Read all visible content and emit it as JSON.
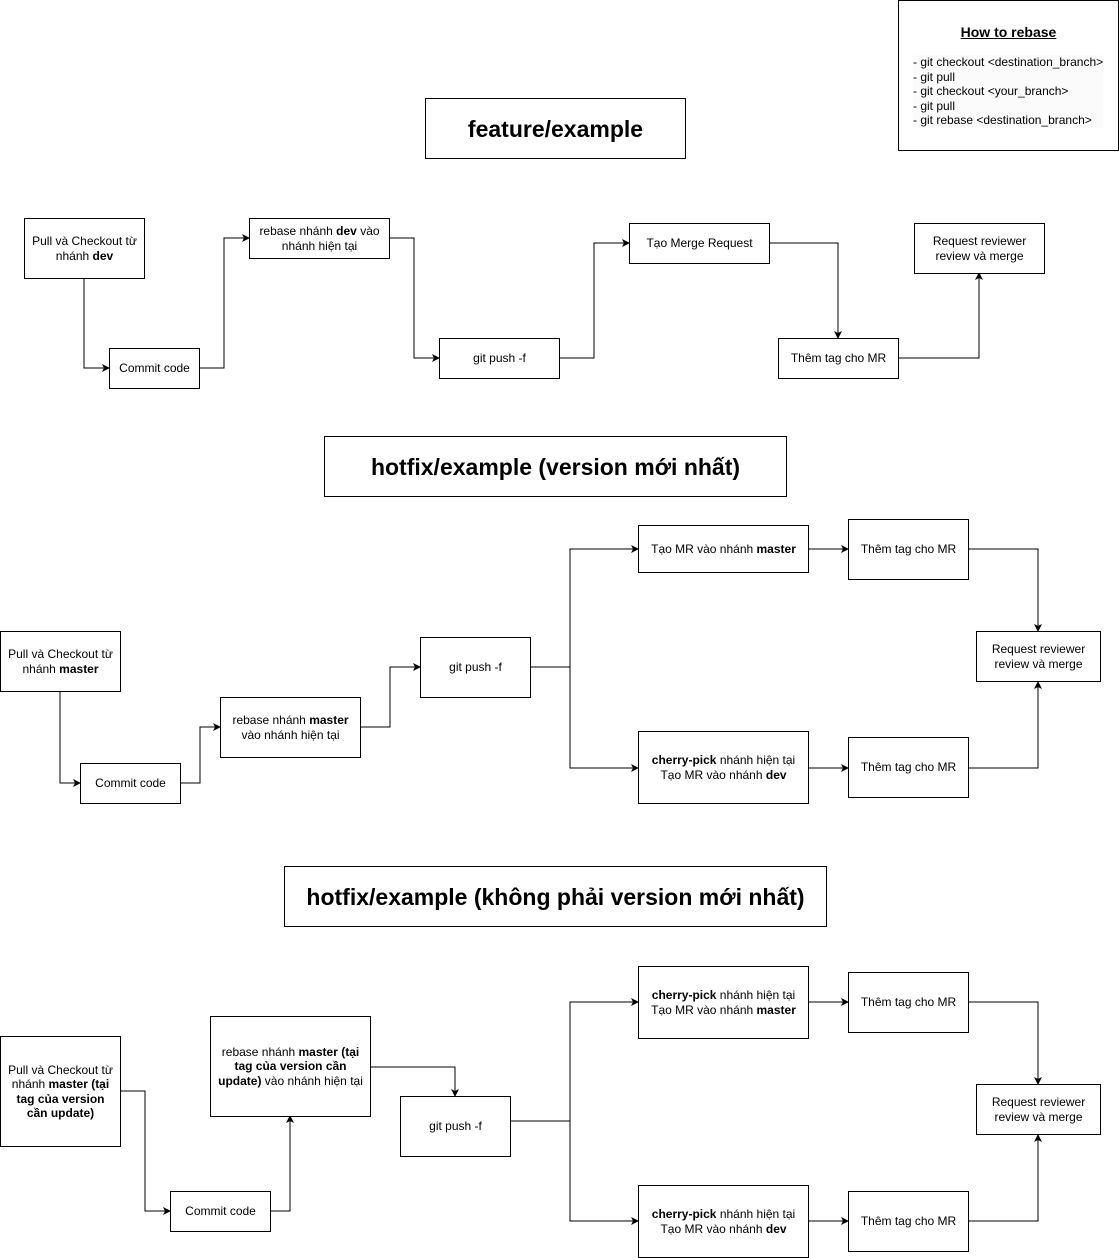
{
  "how_to_rebase": {
    "title": "How to rebase",
    "steps": [
      "- git checkout <destination_branch>",
      "- git pull",
      "- git checkout <your_branch>",
      "- git pull",
      "- git rebase <destination_branch>"
    ]
  },
  "feature": {
    "title": "feature/example",
    "pull_checkout": {
      "prefix": "Pull và Checkout từ nhánh ",
      "bold": "dev"
    },
    "commit": "Commit code",
    "rebase": {
      "prefix": "rebase nhánh ",
      "bold": "dev",
      "suffix": " vào nhánh hiện tại"
    },
    "push": "git push -f",
    "create_mr": "Tạo Merge Request",
    "add_tag": "Thêm tag cho MR",
    "request_review": "Request reviewer review và merge"
  },
  "hotfix_latest": {
    "title": "hotfix/example (version mới nhất)",
    "pull_checkout": {
      "prefix": "Pull và Checkout từ nhánh ",
      "bold": "master"
    },
    "commit": "Commit code",
    "rebase": {
      "prefix": "rebase nhánh ",
      "bold": "master",
      "suffix": " vào nhánh hiện tại"
    },
    "push": "git push -f",
    "mr_master": {
      "prefix": "Tạo MR vào nhánh ",
      "bold": "master"
    },
    "tag_master": "Thêm tag cho MR",
    "cherry_dev": {
      "bold1": "cherry-pick",
      "text1": " nhánh hiện tại",
      "text2": "Tạo MR vào nhánh ",
      "bold2": "dev"
    },
    "tag_dev": "Thêm tag cho MR",
    "request_review": "Request reviewer review và merge"
  },
  "hotfix_old": {
    "title": "hotfix/example (không phải version mới nhất)",
    "pull_checkout": {
      "prefix": "Pull và Checkout từ nhánh ",
      "bold": "master (tại tag của version cần update)"
    },
    "commit": "Commit code",
    "rebase": {
      "prefix": "rebase nhánh ",
      "bold": "master (tại tag của version cần update)",
      "suffix": " vào nhánh hiện tại"
    },
    "push": "git push -f",
    "cherry_master": {
      "bold1": "cherry-pick",
      "text1": " nhánh hiện tại",
      "text2": "Tạo MR vào nhánh ",
      "bold2": "master"
    },
    "tag_master": "Thêm tag cho MR",
    "cherry_dev": {
      "bold1": "cherry-pick",
      "text1": " nhánh hiện tại",
      "text2": "Tạo MR vào nhánh ",
      "bold2": "dev"
    },
    "tag_dev": "Thêm tag cho MR",
    "request_review": "Request reviewer review và merge"
  }
}
